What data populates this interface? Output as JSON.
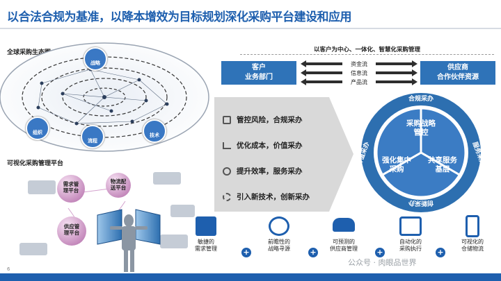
{
  "title": "以合法合规为基准，以降本增效为目标规划深化采购平台建设和应用",
  "eco": {
    "label": "全球采购生态圈",
    "nodes": [
      {
        "name": "strategy",
        "label": "战略"
      },
      {
        "name": "org",
        "label": "组织"
      },
      {
        "name": "process",
        "label": "流程"
      },
      {
        "name": "tech",
        "label": "技术"
      }
    ]
  },
  "platform": {
    "label": "可视化采购管理平台",
    "balls": [
      {
        "label": "需求管\n理平台"
      },
      {
        "label": "物流配\n送平台"
      },
      {
        "label": "供应管\n理平台"
      }
    ]
  },
  "right_header": "以客户为中心、一体化、智慧化采购管理",
  "customer_box": "客户\n业务部门",
  "supplier_box": "供应商\n合作伙伴资源",
  "flows": [
    "资金流",
    "信息流",
    "产品流"
  ],
  "list_items": [
    {
      "icon": "chart-icon",
      "text": "管控风险，合规采办"
    },
    {
      "icon": "trend-icon",
      "text": "优化成本，价值采办"
    },
    {
      "icon": "people-icon",
      "text": "提升效率，服务采办"
    },
    {
      "icon": "gear-icon",
      "text": "引入新技术，创新采办"
    }
  ],
  "circle": {
    "outer_top": "合规采办",
    "outer_left": "价值采办",
    "outer_right": "服务采办",
    "outer_bottom": "创新采办",
    "seg_top": "采购战略\n管控",
    "seg_left": "强化集中\n采购",
    "seg_right": "共享服务\n基层"
  },
  "bottom_items": [
    {
      "icon": "arrow-icon",
      "text": "敏捷的\n需求管理"
    },
    {
      "icon": "globe-icon",
      "text": "前瞻性的\n战略寻源"
    },
    {
      "icon": "cloud-icon",
      "text": "可预测的\n供应商管理"
    },
    {
      "icon": "doc-icon",
      "text": "自动化的\n采购执行"
    },
    {
      "icon": "phone-icon",
      "text": "可视化的\n仓储物流"
    }
  ],
  "watermark": "公众号 · 肉眼品世界",
  "page_number": "6",
  "colors": {
    "primary": "#1e5fae",
    "accent": "#2f73b8",
    "gray": "#d9d9d9"
  }
}
